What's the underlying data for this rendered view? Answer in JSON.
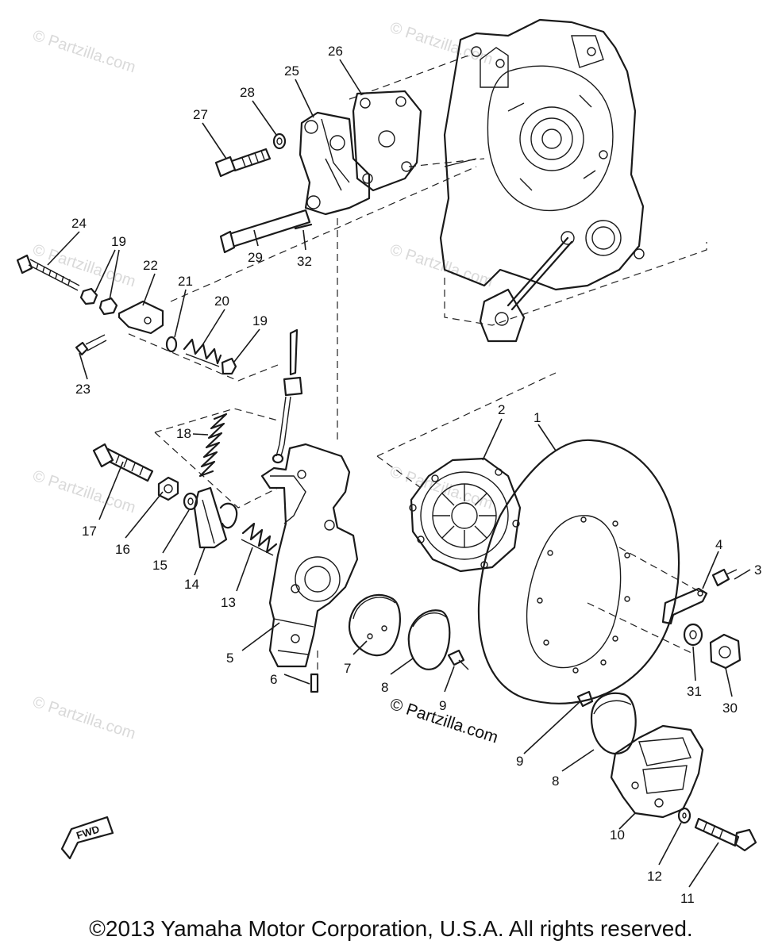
{
  "watermark": "© Partzilla.com",
  "brand_mark": "© Partzilla.com",
  "fwd_label": "FWD",
  "copyright": "©2013 Yamaha Motor Corporation, U.S.A. All rights reserved.",
  "callouts": {
    "c1": "1",
    "c2": "2",
    "c3": "3",
    "c4": "4",
    "c5": "5",
    "c6": "6",
    "c7": "7",
    "c8a": "8",
    "c8b": "8",
    "c9a": "9",
    "c9b": "9",
    "c10": "10",
    "c11": "11",
    "c12": "12",
    "c13": "13",
    "c14": "14",
    "c15": "15",
    "c16": "16",
    "c17": "17",
    "c18": "18",
    "c19a": "19",
    "c19b": "19",
    "c20": "20",
    "c21": "21",
    "c22": "22",
    "c23": "23",
    "c24": "24",
    "c25": "25",
    "c26": "26",
    "c27": "27",
    "c28": "28",
    "c29": "29",
    "c30": "30",
    "c31": "31",
    "c32": "32"
  }
}
